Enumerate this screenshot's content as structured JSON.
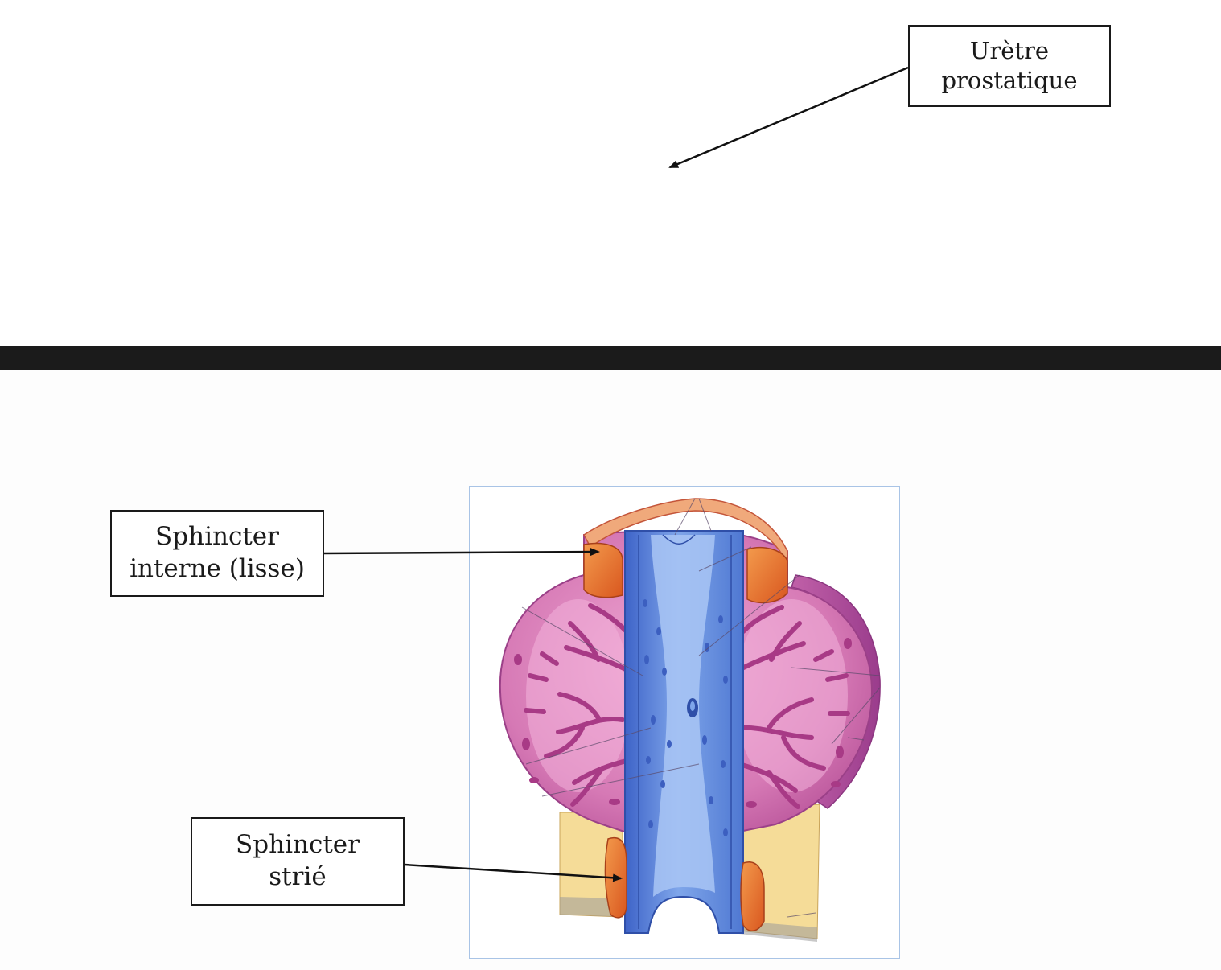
{
  "labels": {
    "uretre_prostatique": [
      "Urètre",
      "prostatique"
    ],
    "sphincter_interne": [
      "Sphincter",
      "interne (lisse)"
    ],
    "sphincter_strie": [
      "Sphincter",
      "strié"
    ]
  },
  "colors": {
    "divider": "#1b1b1b",
    "prostate_tissue": "#d679b5",
    "urethra_blue": "#5b86d9",
    "sphincter_orange": "#e8752f",
    "striated_muscle_yellow": "#f5dc98"
  }
}
